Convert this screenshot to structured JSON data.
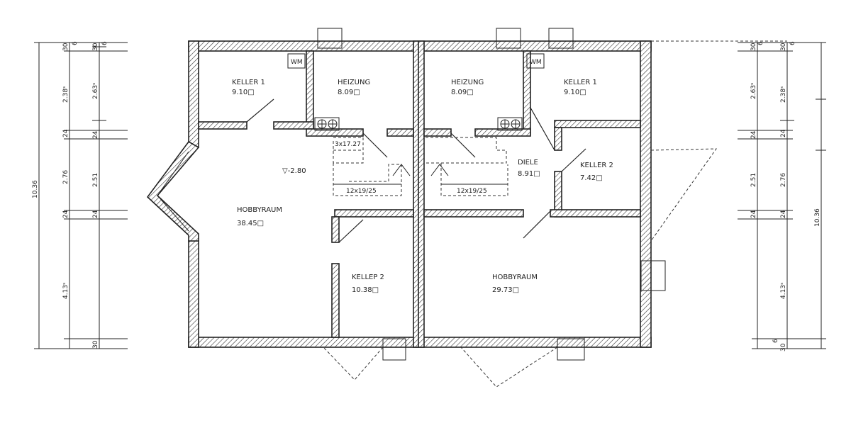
{
  "rooms": {
    "left_keller1": {
      "name": "KELLER 1",
      "area": "9.10□"
    },
    "left_heizung": {
      "name": "HEIZUNG",
      "area": "8.09□"
    },
    "left_hobby": {
      "name": "HOBBYRAUM",
      "area": "38.45□"
    },
    "left_keller2": {
      "name": "KELLEP 2",
      "area": "10.38□"
    },
    "right_heizung": {
      "name": "HEIZUNG",
      "area": "8.09□"
    },
    "right_keller1": {
      "name": "KELLER 1",
      "area": "9.10□"
    },
    "right_diele": {
      "name": "DIELE",
      "area": "8.91□"
    },
    "right_keller2": {
      "name": "KELLER 2",
      "area": "7.42□"
    },
    "right_hobby": {
      "name": "HOBBYRAUM",
      "area": "29.73□"
    }
  },
  "labels": {
    "wm_left": "WM",
    "wm_right": "WM",
    "level": "▽-2.80",
    "stair_left_top": "3x17.27",
    "stair_left": "12x19/25",
    "stair_right": "12x19/25"
  },
  "dims": {
    "left_total": "10.36",
    "left_outer": [
      "30",
      "2.38ˢ",
      "24",
      "2.76",
      "24",
      "4.13ˢ",
      "30"
    ],
    "left_inner": [
      "30",
      "2.63ˢ",
      "24",
      "2.51",
      "24"
    ],
    "left_top_extra": [
      "6",
      "6"
    ],
    "right_total": "10.36",
    "right_outer": [
      "30",
      "2.38ˢ",
      "24",
      "2.76",
      "24",
      "4.13ˢ"
    ],
    "right_inner": [
      "30",
      "2.63ˢ",
      "24",
      "2.51",
      "24"
    ],
    "right_top_extra": [
      "6",
      "6"
    ],
    "right_bottom": [
      "6",
      "30"
    ]
  }
}
